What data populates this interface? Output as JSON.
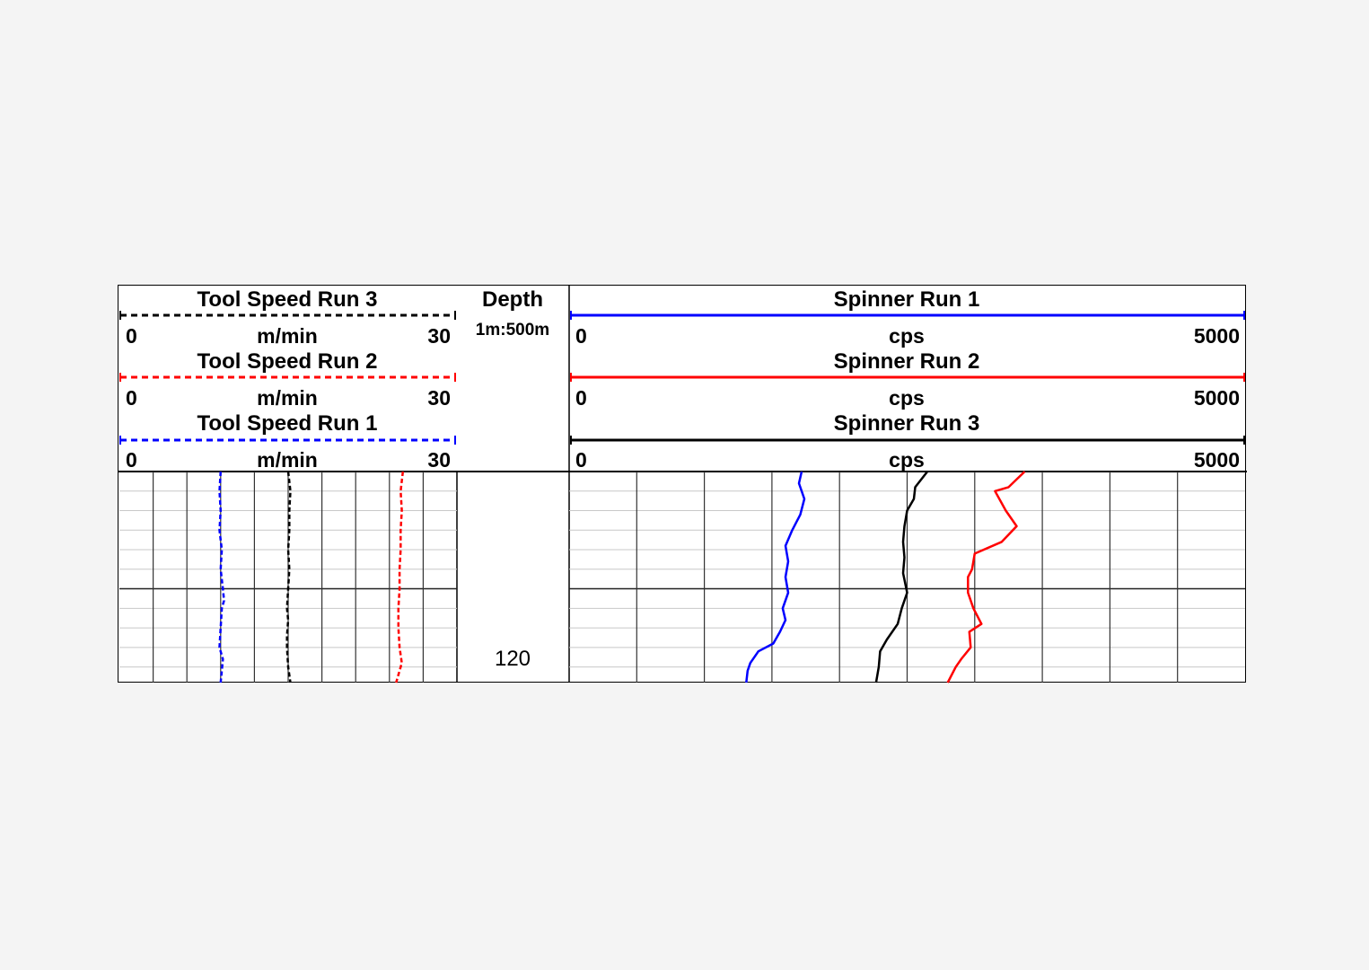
{
  "depth_track": {
    "title": "Depth",
    "scale": "1m:500m",
    "depth_label": "120"
  },
  "left_track": {
    "headers": [
      {
        "title": "Tool Speed Run 3",
        "min": "0",
        "unit": "m/min",
        "max": "30",
        "color": "#000000",
        "style": "dashed"
      },
      {
        "title": "Tool Speed Run 2",
        "min": "0",
        "unit": "m/min",
        "max": "30",
        "color": "#ff0000",
        "style": "dashed"
      },
      {
        "title": "Tool Speed Run 1",
        "min": "0",
        "unit": "m/min",
        "max": "30",
        "color": "#0000ff",
        "style": "dashed"
      }
    ]
  },
  "right_track": {
    "headers": [
      {
        "title": "Spinner Run 1",
        "min": "0",
        "unit": "cps",
        "max": "5000",
        "color": "#0000ff",
        "style": "solid"
      },
      {
        "title": "Spinner Run 2",
        "min": "0",
        "unit": "cps",
        "max": "5000",
        "color": "#ff0000",
        "style": "solid"
      },
      {
        "title": "Spinner Run 3",
        "min": "0",
        "unit": "cps",
        "max": "5000",
        "color": "#000000",
        "style": "solid"
      }
    ]
  },
  "chart_data": [
    {
      "type": "line",
      "title": "Tool Speed",
      "xlabel": "m/min",
      "xlim": [
        0,
        30
      ],
      "ylim": [
        115.5,
        120.9
      ],
      "y_axis": "depth (m), increasing downward",
      "grid": true,
      "series": [
        {
          "name": "Tool Speed Run 1",
          "color": "#0000ff",
          "style": "dashed",
          "points": [
            [
              9.0,
              115.5
            ],
            [
              8.9,
              116.0
            ],
            [
              9.0,
              116.5
            ],
            [
              8.9,
              117.0
            ],
            [
              9.1,
              117.5
            ],
            [
              9.0,
              118.0
            ],
            [
              9.2,
              118.5
            ],
            [
              9.3,
              118.8
            ],
            [
              9.1,
              119.0
            ],
            [
              9.0,
              119.5
            ],
            [
              8.9,
              120.0
            ],
            [
              9.2,
              120.3
            ],
            [
              9.1,
              120.6
            ],
            [
              9.0,
              120.9
            ]
          ]
        },
        {
          "name": "Tool Speed Run 2",
          "color": "#ff0000",
          "style": "dashed",
          "points": [
            [
              25.2,
              115.5
            ],
            [
              25.0,
              116.0
            ],
            [
              25.1,
              116.5
            ],
            [
              25.0,
              117.0
            ],
            [
              25.0,
              117.5
            ],
            [
              24.9,
              118.0
            ],
            [
              24.9,
              118.5
            ],
            [
              24.8,
              119.0
            ],
            [
              24.8,
              119.5
            ],
            [
              24.9,
              120.0
            ],
            [
              25.1,
              120.4
            ],
            [
              24.6,
              120.9
            ]
          ]
        },
        {
          "name": "Tool Speed Run 3",
          "color": "#000000",
          "style": "dashed",
          "points": [
            [
              15.0,
              115.5
            ],
            [
              15.2,
              116.0
            ],
            [
              15.1,
              116.5
            ],
            [
              15.1,
              117.0
            ],
            [
              15.0,
              117.5
            ],
            [
              15.1,
              118.0
            ],
            [
              15.0,
              118.5
            ],
            [
              14.9,
              119.0
            ],
            [
              15.0,
              119.3
            ],
            [
              14.9,
              119.7
            ],
            [
              14.9,
              120.0
            ],
            [
              15.0,
              120.5
            ],
            [
              15.2,
              120.9
            ]
          ]
        }
      ]
    },
    {
      "type": "line",
      "title": "Spinner",
      "xlabel": "cps",
      "xlim": [
        0,
        5000
      ],
      "ylim": [
        115.5,
        120.9
      ],
      "y_axis": "depth (m), increasing downward",
      "grid": true,
      "series": [
        {
          "name": "Spinner Run 1",
          "color": "#0000ff",
          "style": "solid",
          "points": [
            [
              1720,
              115.5
            ],
            [
              1700,
              115.8
            ],
            [
              1740,
              116.2
            ],
            [
              1710,
              116.6
            ],
            [
              1650,
              117.0
            ],
            [
              1600,
              117.4
            ],
            [
              1620,
              117.8
            ],
            [
              1600,
              118.2
            ],
            [
              1620,
              118.6
            ],
            [
              1580,
              119.0
            ],
            [
              1600,
              119.3
            ],
            [
              1560,
              119.6
            ],
            [
              1510,
              119.9
            ],
            [
              1400,
              120.1
            ],
            [
              1340,
              120.4
            ],
            [
              1320,
              120.6
            ],
            [
              1310,
              120.9
            ]
          ]
        },
        {
          "name": "Spinner Run 2",
          "color": "#ff0000",
          "style": "solid",
          "points": [
            [
              3370,
              115.5
            ],
            [
              3250,
              115.9
            ],
            [
              3150,
              116.0
            ],
            [
              3230,
              116.5
            ],
            [
              3310,
              116.9
            ],
            [
              3200,
              117.3
            ],
            [
              3000,
              117.6
            ],
            [
              2980,
              118.0
            ],
            [
              2950,
              118.2
            ],
            [
              2950,
              118.6
            ],
            [
              2990,
              119.0
            ],
            [
              3050,
              119.4
            ],
            [
              2960,
              119.6
            ],
            [
              2970,
              120.0
            ],
            [
              2900,
              120.3
            ],
            [
              2860,
              120.5
            ],
            [
              2800,
              120.9
            ]
          ]
        },
        {
          "name": "Spinner Run 3",
          "color": "#000000",
          "style": "solid",
          "points": [
            [
              2650,
              115.5
            ],
            [
              2560,
              115.9
            ],
            [
              2550,
              116.2
            ],
            [
              2500,
              116.5
            ],
            [
              2480,
              116.9
            ],
            [
              2470,
              117.3
            ],
            [
              2480,
              117.7
            ],
            [
              2470,
              118.1
            ],
            [
              2500,
              118.6
            ],
            [
              2460,
              119.0
            ],
            [
              2430,
              119.4
            ],
            [
              2350,
              119.8
            ],
            [
              2300,
              120.1
            ],
            [
              2290,
              120.5
            ],
            [
              2270,
              120.9
            ]
          ]
        }
      ]
    }
  ]
}
